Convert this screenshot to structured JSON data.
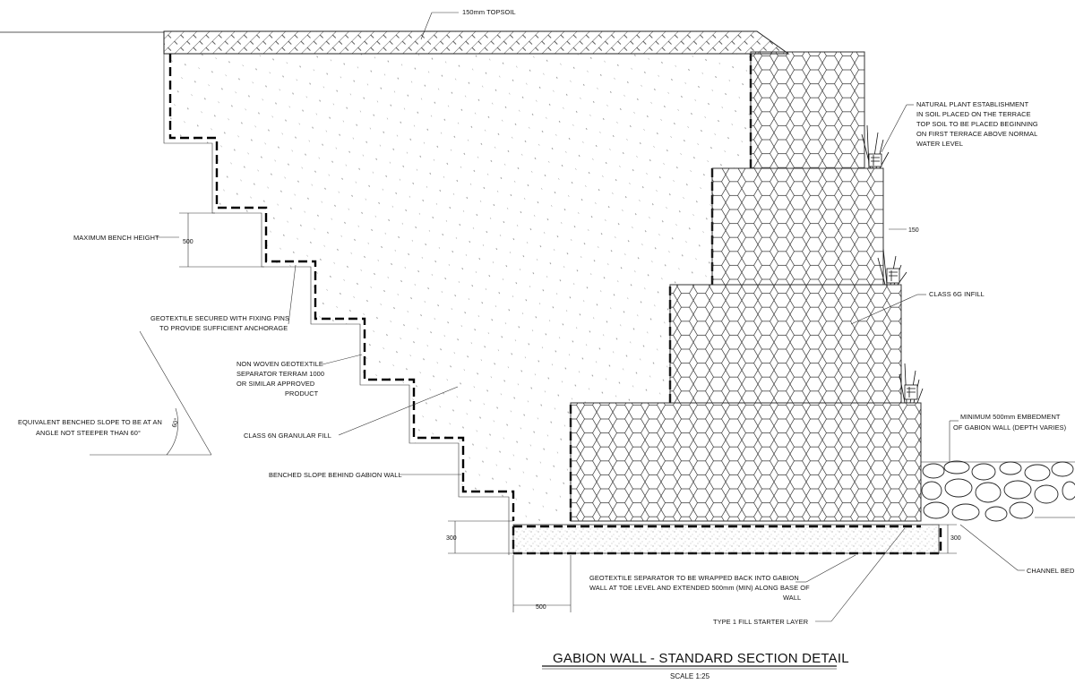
{
  "title": "GABION WALL - STANDARD SECTION DETAIL",
  "scale": "SCALE 1:25",
  "labels": {
    "topsoil": "150mm TOPSOIL",
    "max_bench": "MAXIMUM BENCH HEIGHT",
    "geo_pins_1": "GEOTEXTILE SECURED WITH FIXING PINS",
    "geo_pins_2": "TO PROVIDE SUFFICIENT ANCHORAGE",
    "nonwoven_1": "NON WOVEN GEOTEXTILE",
    "nonwoven_2": "SEPARATOR TERRAM 1000",
    "nonwoven_3": "OR SIMILAR APPROVED",
    "nonwoven_4": "PRODUCT",
    "equiv_1": "EQUIVALENT BENCHED SLOPE TO BE AT AN",
    "equiv_2": "ANGLE NOT STEEPER THAN 60°",
    "class6n": "CLASS 6N GRANULAR FILL",
    "benched": "BENCHED SLOPE BEHIND GABION WALL",
    "plant_1": "NATURAL PLANT ESTABLISHMENT",
    "plant_2": "IN SOIL PLACED ON THE TERRACE",
    "plant_3": "TOP SOIL TO BE PLACED BEGINNING",
    "plant_4": "ON FIRST TERRACE ABOVE NORMAL",
    "plant_5": "WATER LEVEL",
    "class6g": "CLASS 6G INFILL",
    "embed_1": "MINIMUM 500mm EMBEDMENT",
    "embed_2": "OF GABION WALL (DEPTH VARIES)",
    "channel": "CHANNEL BED",
    "geosep_1": "GEOTEXTILE SEPARATOR TO BE WRAPPED BACK INTO GABION",
    "geosep_2": "WALL AT TOE LEVEL AND EXTENDED 500mm (MIN) ALONG BASE OF",
    "geosep_3": "WALL",
    "type1": "TYPE 1 FILL STARTER LAYER"
  },
  "dimensions": {
    "bench": "500",
    "step": "150",
    "base_left": "300",
    "base_right": "300",
    "toe_ext": "500",
    "angle": "60°"
  }
}
